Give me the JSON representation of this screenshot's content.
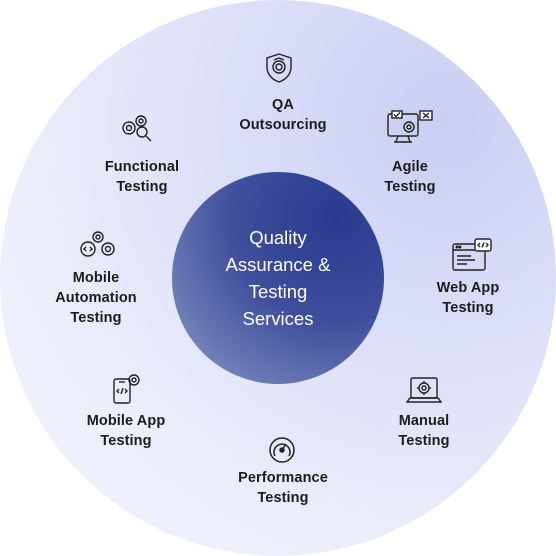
{
  "center": {
    "title": "Quality\nAssurance &\nTesting\nServices"
  },
  "services": [
    {
      "label": "QA\nOutsourcing",
      "icon": "shield-badge-icon"
    },
    {
      "label": "Agile\nTesting",
      "icon": "monitor-gear-icon"
    },
    {
      "label": "Web App\nTesting",
      "icon": "browser-code-icon"
    },
    {
      "label": "Manual\nTesting",
      "icon": "laptop-gear-icon"
    },
    {
      "label": "Performance\nTesting",
      "icon": "speedometer-icon"
    },
    {
      "label": "Mobile App\nTesting",
      "icon": "mobile-code-icon"
    },
    {
      "label": "Mobile\nAutomation\nTesting",
      "icon": "gears-code-icon"
    },
    {
      "label": "Functional\nTesting",
      "icon": "gears-search-icon"
    }
  ],
  "colors": {
    "outer": "#dde0f8",
    "center": "#3f4f9c",
    "text": "#1c1c1c",
    "icon": "#222222"
  }
}
